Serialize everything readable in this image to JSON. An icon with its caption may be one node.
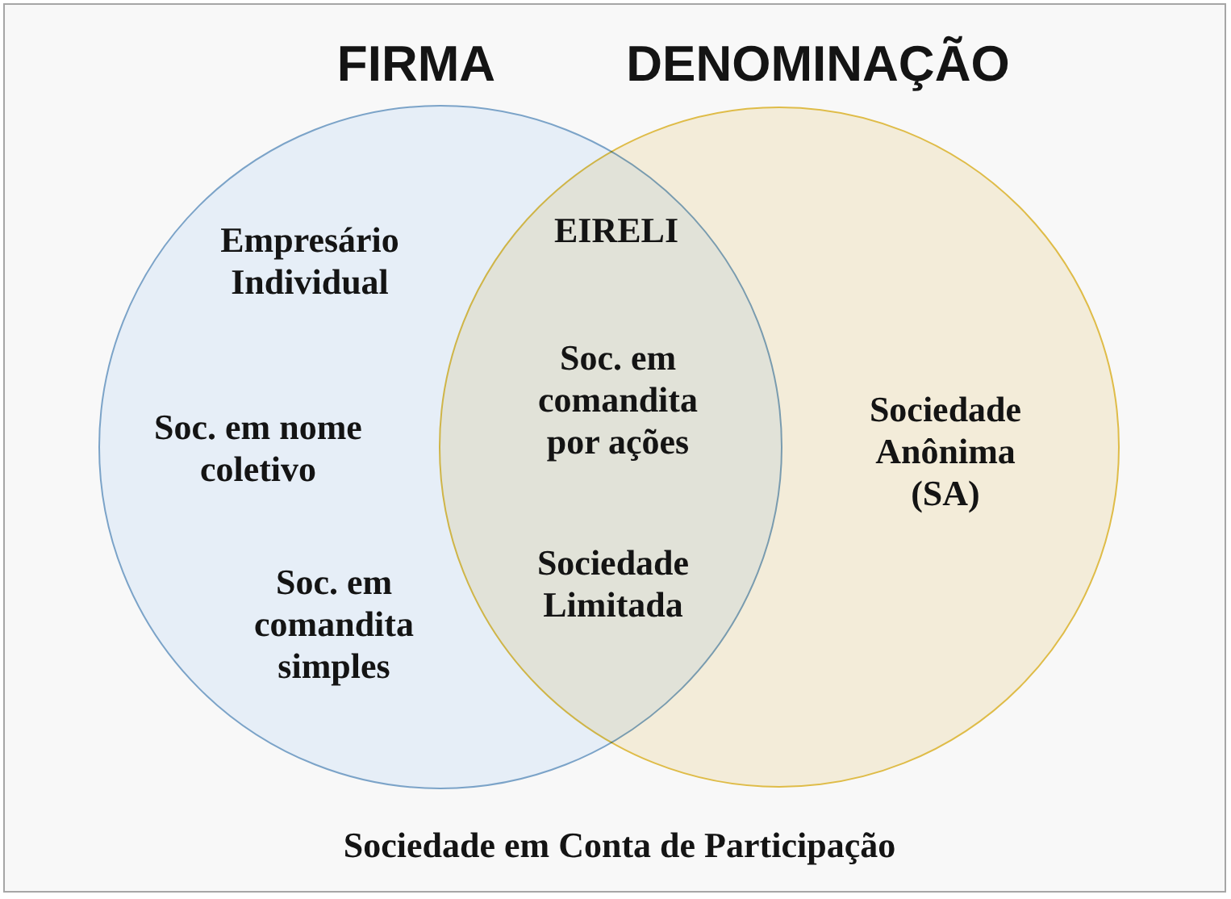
{
  "diagram": {
    "nodes": [
      {
        "text": [
          "FIRMA",
          "Empresário Individual",
          "Soc. em nome coletivo",
          "Soc. em comandita simples"
        ]
      },
      {
        "text": [
          "DENOMINAÇÃO",
          "Sociedade Anônima (SA)"
        ]
      }
    ],
    "labels": [
      "EIRELI",
      "Soc. em comandita por ações",
      "Sociedade Limitada",
      "Sociedade em Conta de Participação"
    ]
  }
}
